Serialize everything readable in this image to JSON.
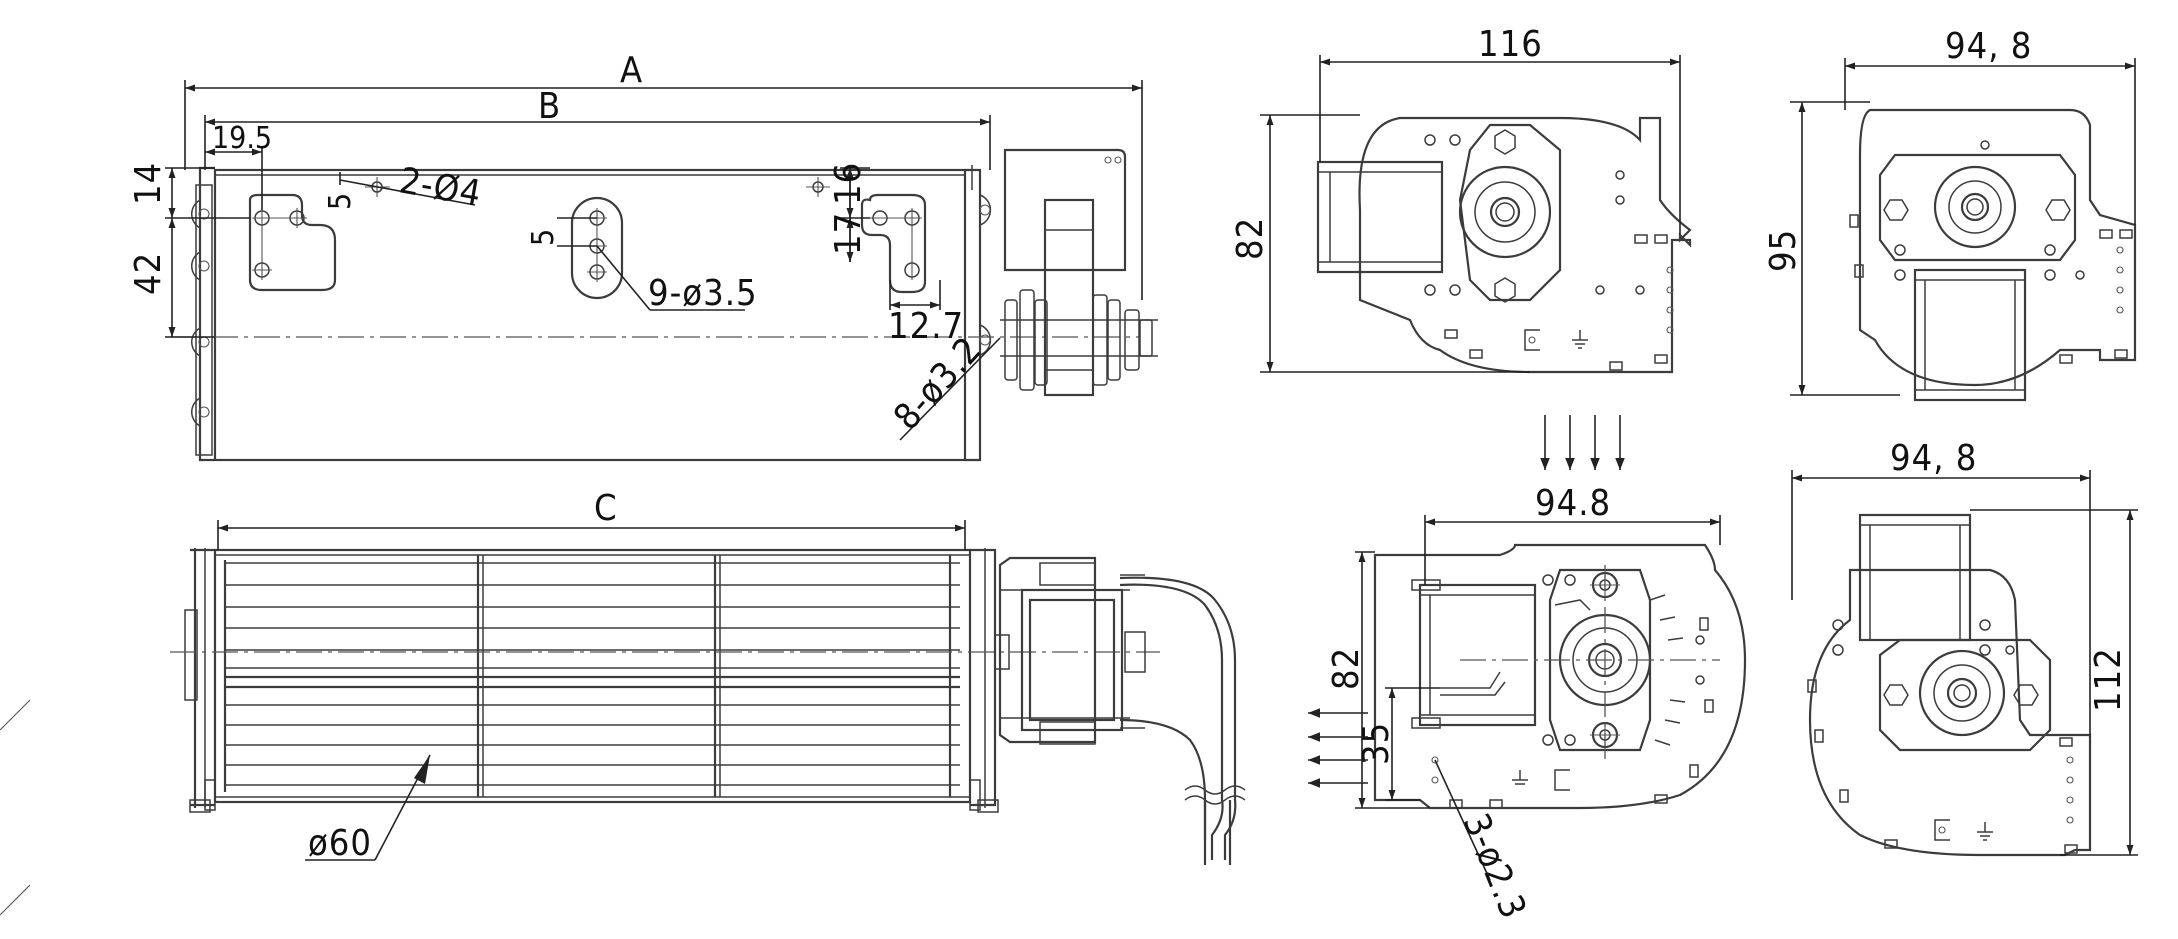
{
  "dimensions": {
    "A": "A",
    "B": "B",
    "C": "C",
    "d19_5": "19.5",
    "d14": "14",
    "d42": "42",
    "hole2": "2-Ø4",
    "d5": "5",
    "hole9": "9-ø3.5",
    "d16": "16",
    "d17": "17",
    "d12_7": "12.7",
    "hole8": "8-ø3.2",
    "dia60": "ø60",
    "d116": "116",
    "d82a": "82",
    "d94_8a": "94, 8",
    "d95": "95",
    "d94_8b": "94.8",
    "d82b": "82",
    "d35": "35",
    "hole3": "3-ø2.3",
    "d94_8c": "94, 8",
    "d112": "112"
  },
  "colors": {
    "line": "#3c3c3c",
    "dim": "#222222",
    "background": "#ffffff"
  },
  "icons": {
    "ground": "ground-symbol-icon",
    "airflow": "airflow-arrow-icon"
  }
}
